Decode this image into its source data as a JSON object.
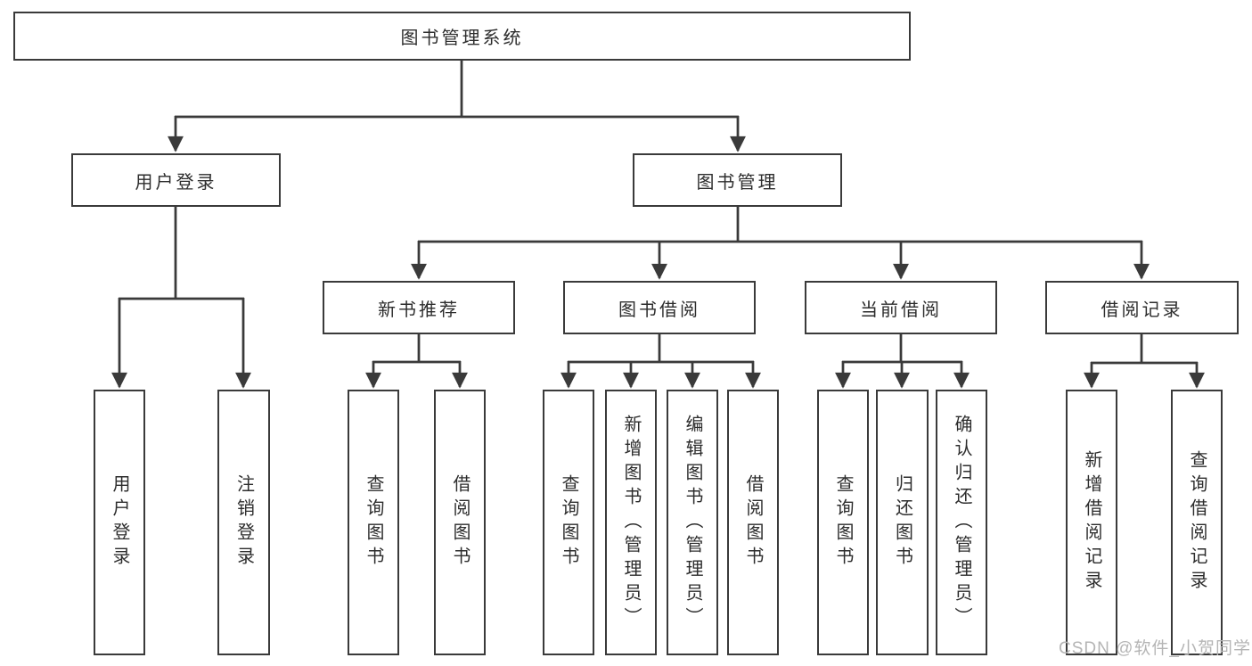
{
  "diagram": {
    "title": "图书管理系统",
    "watermark": "CSDN @软件_小贺同学",
    "colors": {
      "line": "#3a3a3a",
      "box_border": "#3a3a3a",
      "text": "#2d2d2d",
      "background": "#ffffff",
      "watermark": "#b5b5b5"
    },
    "tree": {
      "label": "图书管理系统",
      "children": [
        {
          "label": "用户登录",
          "children": [
            {
              "label": "用户登录"
            },
            {
              "label": "注销登录"
            }
          ]
        },
        {
          "label": "图书管理",
          "children": [
            {
              "label": "新书推荐",
              "children": [
                {
                  "label": "查询图书"
                },
                {
                  "label": "借阅图书"
                }
              ]
            },
            {
              "label": "图书借阅",
              "children": [
                {
                  "label": "查询图书"
                },
                {
                  "label": "新增图书（管理员）"
                },
                {
                  "label": "编辑图书（管理员）"
                },
                {
                  "label": "借阅图书"
                }
              ]
            },
            {
              "label": "当前借阅",
              "children": [
                {
                  "label": "查询图书"
                },
                {
                  "label": "归还图书"
                },
                {
                  "label": "确认归还（管理员）"
                }
              ]
            },
            {
              "label": "借阅记录",
              "children": [
                {
                  "label": "新增借阅记录"
                },
                {
                  "label": "查询借阅记录"
                }
              ]
            }
          ]
        }
      ]
    }
  }
}
